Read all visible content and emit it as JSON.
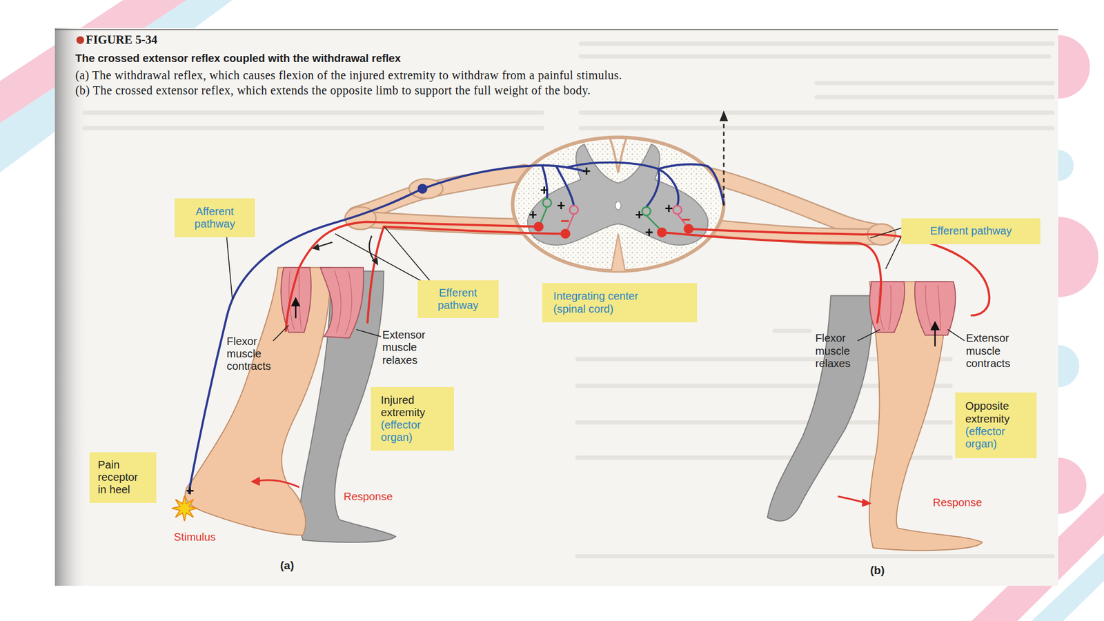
{
  "diagram": {
    "title": "FIGURE 5-34",
    "caption": "The crossed extensor reflex coupled with the withdrawal reflex",
    "nodes": [
      {
        "text": [
          "Afferent pathway"
        ]
      },
      {
        "text": [
          "Efferent pathway"
        ]
      },
      {
        "text": [
          "Efferent pathway"
        ]
      },
      {
        "text": [
          "Integrating center (spinal cord)"
        ]
      },
      {
        "text": [
          "Injured extremity",
          "(effector organ)"
        ]
      },
      {
        "text": [
          "Opposite extremity",
          "(effector organ)"
        ]
      },
      {
        "text": [
          "Pain receptor in heel"
        ]
      }
    ],
    "labels": [
      "(a) The withdrawal reflex, which causes flexion of the injured extremity to withdraw from a painful stimulus.",
      "(b) The crossed extensor reflex, which extends the opposite limb to support the full weight of the body.",
      "Flexor muscle contracts",
      "Extensor muscle relaxes",
      "Flexor muscle relaxes",
      "Extensor muscle contracts",
      "Response",
      "Response",
      "Stimulus",
      "(a)",
      "(b)"
    ]
  }
}
